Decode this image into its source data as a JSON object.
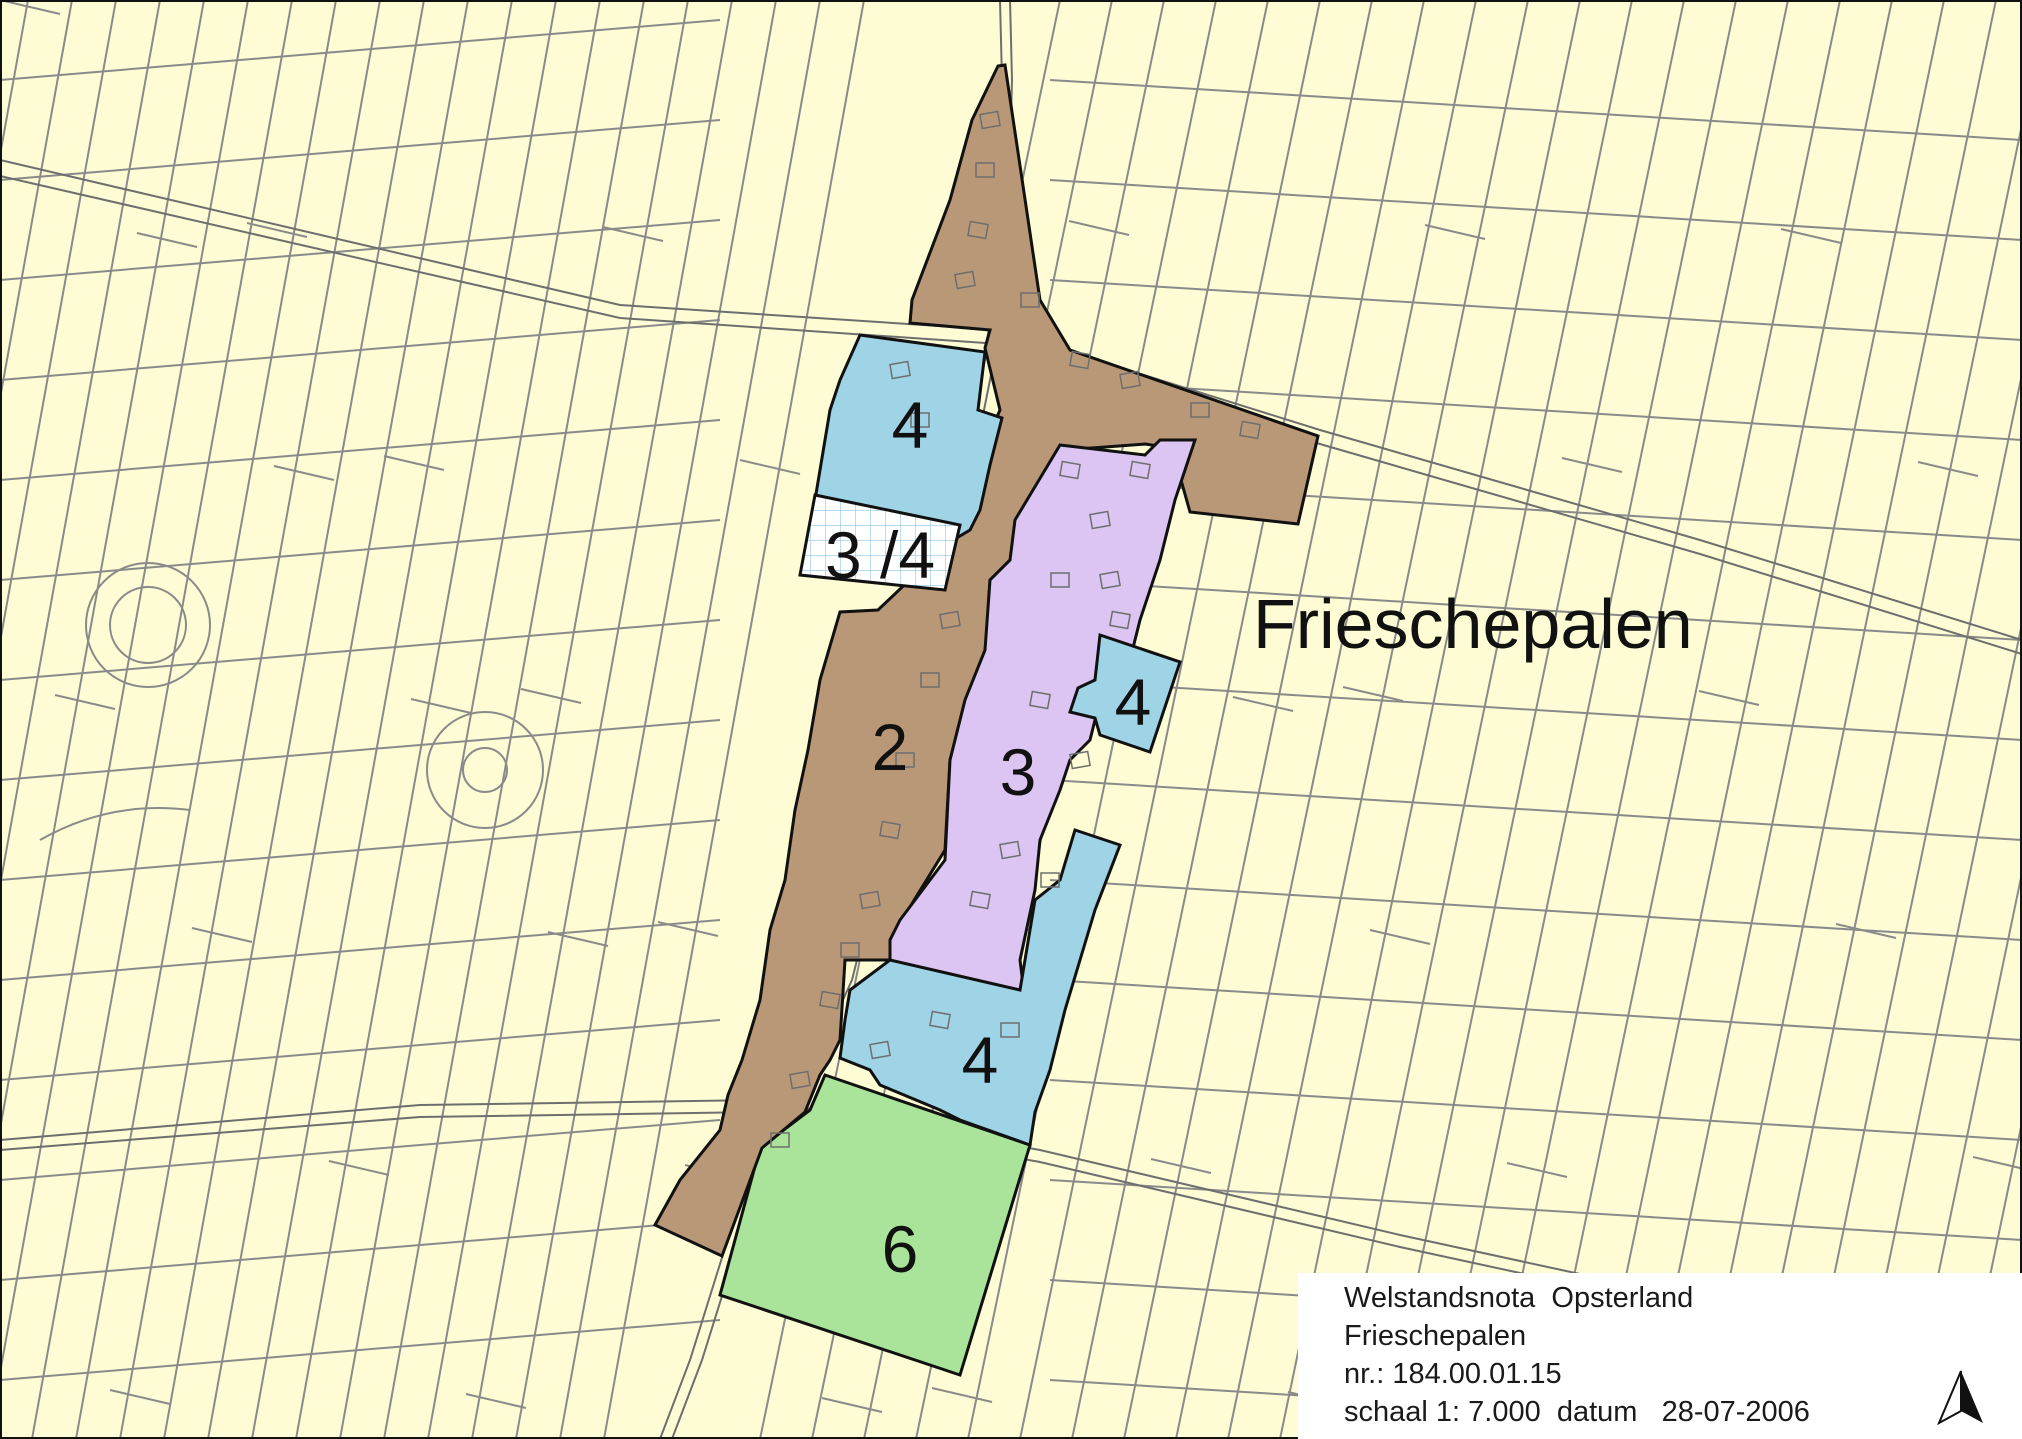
{
  "map": {
    "place_name": "Frieschepalen",
    "zones": [
      {
        "id": "zone-2",
        "label": "2",
        "color": "#b99877"
      },
      {
        "id": "zone-3",
        "label": "3",
        "color": "#dcc5f2"
      },
      {
        "id": "zone-4-north",
        "label": "4",
        "color": "#9fd4e6"
      },
      {
        "id": "zone-4-east",
        "label": "4",
        "color": "#9fd4e6"
      },
      {
        "id": "zone-4-south",
        "label": "4",
        "color": "#9fd4e6"
      },
      {
        "id": "zone-3-4",
        "label": "3 /4",
        "color": "#ffffff"
      },
      {
        "id": "zone-6",
        "label": "6",
        "color": "#a9e49a"
      }
    ],
    "colors": {
      "background": "#fdfcd4",
      "parcel_lines": "#8a8a8a",
      "zone_border": "#111111",
      "hatch_grid": "#8fc4e8"
    }
  },
  "legend": {
    "line1": "Welstandsnota  Opsterland",
    "line2": "Frieschepalen",
    "line3": "nr.: 184.00.01.15",
    "line4": "schaal 1: 7.000  datum   28-07-2006"
  },
  "icons": {
    "north_arrow": "north-arrow-icon"
  }
}
